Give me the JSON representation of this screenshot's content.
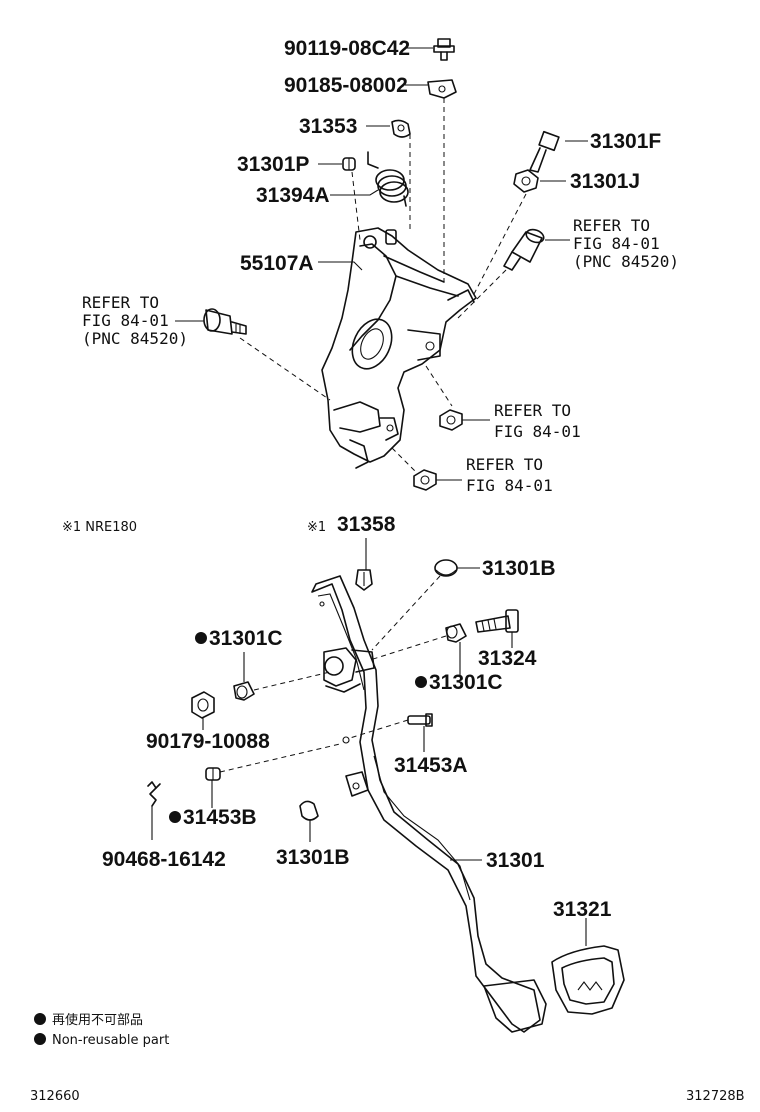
{
  "parts": {
    "p90119": "90119-08C42",
    "p90185": "90185-08002",
    "p31353": "31353",
    "p31301F": "31301F",
    "p31301P": "31301P",
    "p31301J": "31301J",
    "p31394A": "31394A",
    "p55107A": "55107A",
    "p31358": "31358",
    "p31301B_top": "31301B",
    "p31301C_left": "31301C",
    "p31324": "31324",
    "p31301C_right": "31301C",
    "p90179": "90179-10088",
    "p31453A": "31453A",
    "p31453B": "31453B",
    "p90468": "90468-16142",
    "p31301B_bottom": "31301B",
    "p31301": "31301",
    "p31321": "31321"
  },
  "references": {
    "right_upper": [
      "REFER TO",
      "FIG 84-01",
      "(PNC 84520)"
    ],
    "left_upper": [
      "REFER TO",
      "FIG 84-01",
      "(PNC 84520)"
    ],
    "mid_right_1": [
      "REFER TO",
      "FIG 84-01"
    ],
    "mid_right_2": [
      "REFER TO",
      "FIG 84-01"
    ]
  },
  "notes": {
    "asterisk_note": "※1 NRE180",
    "asterisk_mark": "※1",
    "legend_jp": "再使用不可部品",
    "legend_en": "Non-reusable part"
  },
  "codes": {
    "left": "312660",
    "right": "312728B"
  }
}
